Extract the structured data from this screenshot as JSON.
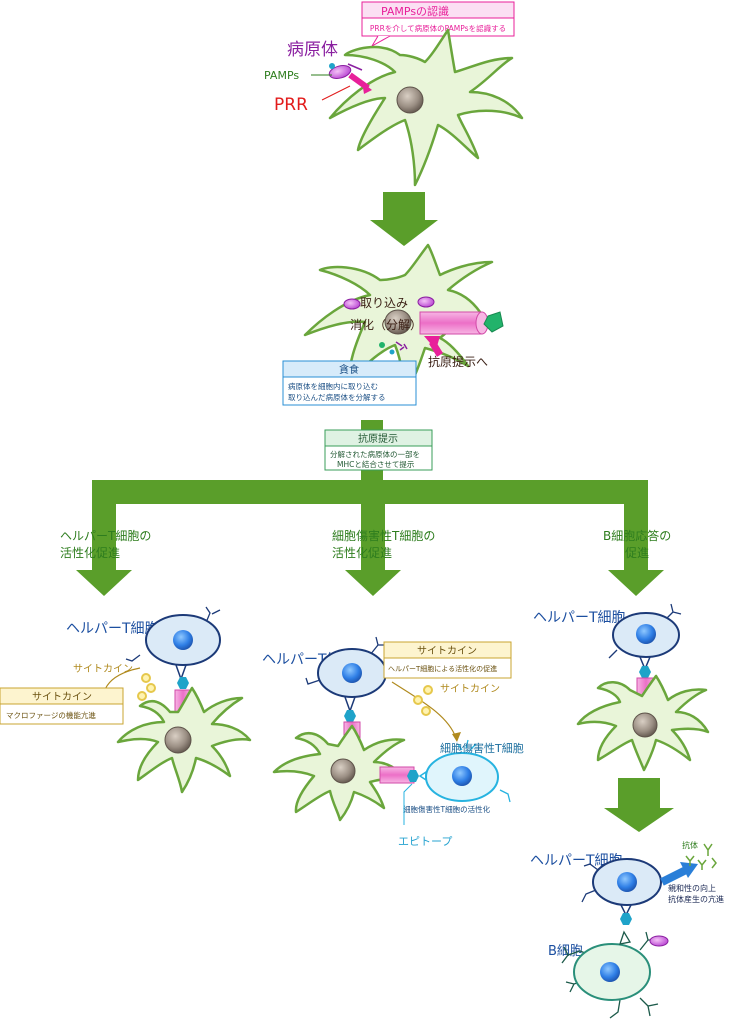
{
  "pamps_box": {
    "title": "PAMPsの認識",
    "desc": "PRRを介して病原体のPAMPsを認識する"
  },
  "labels": {
    "pathogen": "病原体",
    "pamps": "PAMPs",
    "prr": "PRR",
    "uptake": "取り込み",
    "digestion": "消化（分解）",
    "to_presentation": "抗原提示へ"
  },
  "phago_box": {
    "title": "貪食",
    "line1": "病原体を細胞内に取り込む",
    "line2": "取り込んだ病原体を分解する"
  },
  "present_box": {
    "title": "抗原提示",
    "line1": "分解された病原体の一部を",
    "line2": "MHCと結合させて提示"
  },
  "branches": {
    "left": {
      "line1": "ヘルパーT細胞の",
      "line2": "活性化促進"
    },
    "middle": {
      "line1": "細胞傷害性T細胞の",
      "line2": "活性化促進"
    },
    "right": {
      "line1": "B細胞応答の",
      "line2": "促進"
    }
  },
  "left_panel": {
    "helper_t": "ヘルパーT細胞",
    "cytokine": "サイトカイン",
    "box_title": "サイトカイン",
    "box_desc": "マクロファージの機能亢進"
  },
  "middle_panel": {
    "helper_t": "ヘルパーT細胞",
    "box_title": "サイトカイン",
    "box_desc": "ヘルパーT細胞による活性化の促進",
    "cytokine": "サイトカイン",
    "ctl": "細胞傷害性T細胞",
    "ctl_activation": "細胞傷害性T細胞の活性化",
    "epitope": "エピトープ"
  },
  "right_panel": {
    "helper_t_top": "ヘルパーT細胞",
    "helper_t_bottom": "ヘルパーT細胞",
    "antibody": "抗体",
    "affinity": "親和性の向上",
    "production": "抗体産生の亢進",
    "b_cell": "B細胞"
  },
  "colors": {
    "cell_fill": "#e9f5d9",
    "cell_stroke": "#6aa63c",
    "arrow_green": "#5a9e2a",
    "magenta": "#e8209a",
    "t_cell_fill": "#dbeaf7",
    "t_cell_stroke": "#2a5ca8",
    "ctl_stroke": "#27b3e0",
    "cytokine": "#e6c84c",
    "receptor_pink": "#f28ad0"
  }
}
